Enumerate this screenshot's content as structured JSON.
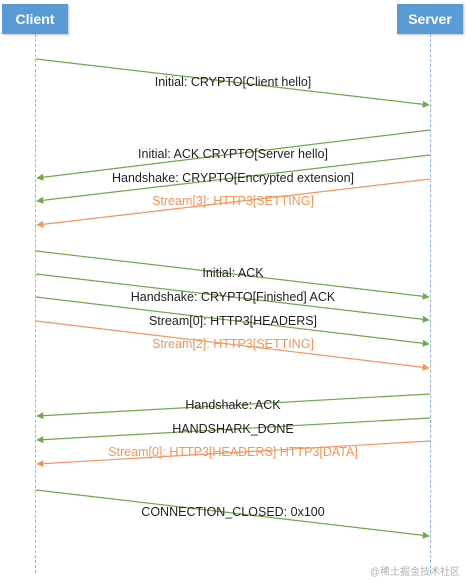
{
  "actors": {
    "client": "Client",
    "server": "Server"
  },
  "colors": {
    "actor_fill": "#5b9bd5",
    "lifeline": "#8db4e2",
    "green": "#70a84a",
    "orange": "#f4955a"
  },
  "messages": [
    {
      "id": "m1",
      "from": "client",
      "to": "server",
      "label": "Initial: CRYPTO[Client hello]",
      "color": "green"
    },
    {
      "id": "m2",
      "from": "server",
      "to": "client",
      "label": "Initial: ACK CRYPTO[Server hello]",
      "color": "green"
    },
    {
      "id": "m3",
      "from": "server",
      "to": "client",
      "label": "Handshake: CRYPTO[Encrypted extension]",
      "color": "green"
    },
    {
      "id": "m4",
      "from": "server",
      "to": "client",
      "label": "Stream[3]: HTTP3[SETTING]",
      "color": "orange"
    },
    {
      "id": "m5",
      "from": "client",
      "to": "server",
      "label": "Initial: ACK",
      "color": "green"
    },
    {
      "id": "m6",
      "from": "client",
      "to": "server",
      "label": "Handshake: CRYPTO[Finished] ACK",
      "color": "green"
    },
    {
      "id": "m7",
      "from": "client",
      "to": "server",
      "label": "Stream[0]: HTTP3[HEADERS]",
      "color": "green"
    },
    {
      "id": "m8",
      "from": "client",
      "to": "server",
      "label": "Stream[2]: HTTP3[SETTING]",
      "color": "orange"
    },
    {
      "id": "m9",
      "from": "server",
      "to": "client",
      "label": "Handshake: ACK",
      "color": "green"
    },
    {
      "id": "m10",
      "from": "server",
      "to": "client",
      "label": "HANDSHARK_DONE",
      "color": "green"
    },
    {
      "id": "m11",
      "from": "server",
      "to": "client",
      "label": "Stream[0]: HTTP3[HEADERS] HTTP3[DATA]",
      "color": "orange"
    },
    {
      "id": "m12",
      "from": "client",
      "to": "server",
      "label": "CONNECTION_CLOSED: 0x100",
      "color": "green"
    }
  ],
  "watermark": "@稀土掘金技术社区"
}
